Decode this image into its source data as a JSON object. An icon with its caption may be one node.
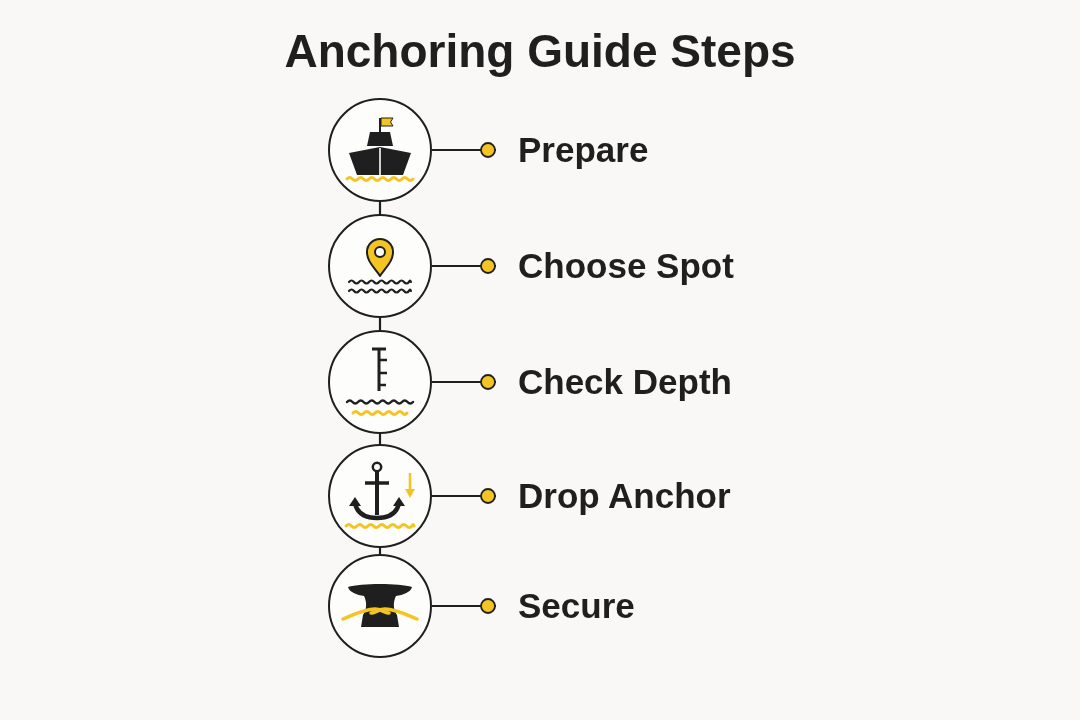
{
  "diagram": {
    "title": "Anchoring Guide Steps",
    "nodes": [
      {
        "text": [],
        "shape": "circle"
      },
      {
        "text": [
          "Prepare"
        ]
      },
      {
        "text": [],
        "shape": "circle"
      },
      {
        "text": [
          "Choose Spot"
        ]
      },
      {
        "text": [],
        "shape": "circle"
      },
      {
        "text": [
          "Check Depth"
        ]
      },
      {
        "text": [],
        "shape": "circle"
      },
      {
        "text": [
          "Drop Anchor"
        ]
      },
      {
        "text": [],
        "shape": "circle"
      },
      {
        "text": [
          "Secure"
        ]
      }
    ],
    "edges": [
      {
        "from": 0,
        "to": 1,
        "arrow": "other"
      },
      {
        "from": 0,
        "to": 2,
        "arrow": "none"
      },
      {
        "from": 2,
        "to": 3,
        "arrow": "other"
      },
      {
        "from": 2,
        "to": 4,
        "arrow": "none"
      },
      {
        "from": 4,
        "to": 5,
        "arrow": "other"
      },
      {
        "from": 4,
        "to": 6,
        "arrow": "none"
      },
      {
        "from": 6,
        "to": 7,
        "arrow": "other"
      },
      {
        "from": 6,
        "to": 8,
        "arrow": "none"
      },
      {
        "from": 8,
        "to": 9,
        "arrow": "other"
      }
    ]
  }
}
